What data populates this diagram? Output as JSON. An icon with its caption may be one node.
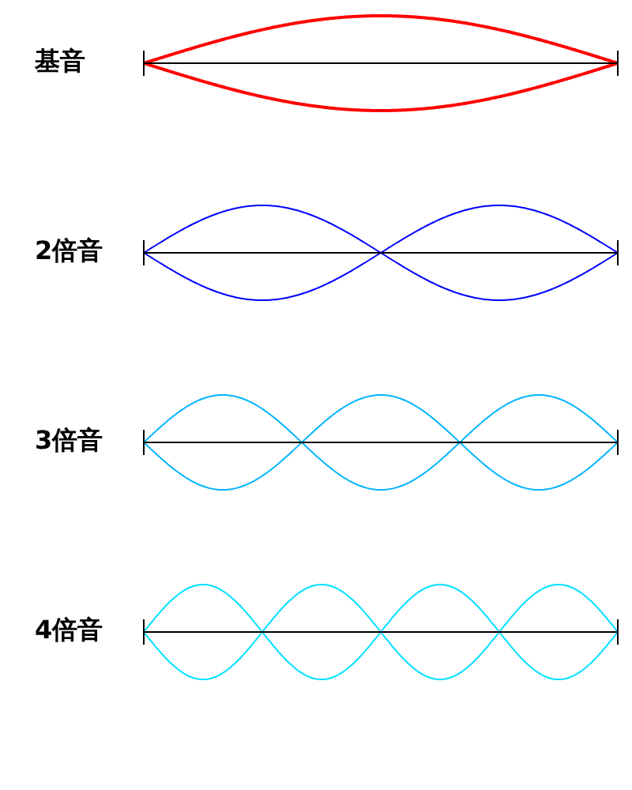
{
  "diagram": {
    "labels": [
      "基音",
      "2倍音",
      "3倍音",
      "4倍音"
    ]
  }
}
